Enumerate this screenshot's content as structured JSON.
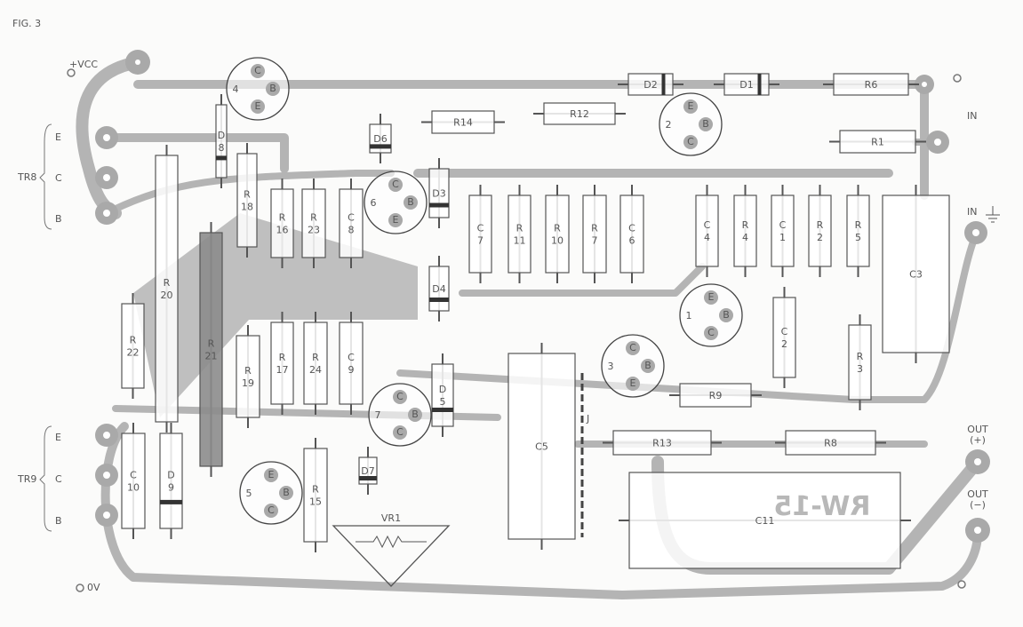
{
  "figure_label": "FIG. 3",
  "terminals": {
    "vcc": "+VCC",
    "ov": "0V",
    "tr8": {
      "name": "TR8",
      "pins": [
        "E",
        "C",
        "B"
      ]
    },
    "tr9": {
      "name": "TR9",
      "pins": [
        "E",
        "C",
        "B"
      ]
    },
    "in": "IN",
    "in_ground": "IN",
    "out_pos": [
      "OUT",
      "(+)"
    ],
    "out_neg": [
      "OUT",
      "(−)"
    ]
  },
  "board_marking": "RW-15",
  "jumper_label": "J",
  "components": [
    {
      "id": "D8",
      "label": [
        "D",
        "8"
      ]
    },
    {
      "id": "R20",
      "label": [
        "R",
        "20"
      ]
    },
    {
      "id": "R21",
      "label": [
        "R",
        "21"
      ]
    },
    {
      "id": "R18",
      "label": [
        "R",
        "18"
      ]
    },
    {
      "id": "R16",
      "label": [
        "R",
        "16"
      ]
    },
    {
      "id": "R23",
      "label": [
        "R",
        "23"
      ]
    },
    {
      "id": "C8",
      "label": [
        "C",
        "8"
      ]
    },
    {
      "id": "R22",
      "label": [
        "R",
        "22"
      ]
    },
    {
      "id": "R19",
      "label": [
        "R",
        "19"
      ]
    },
    {
      "id": "R17",
      "label": [
        "R",
        "17"
      ]
    },
    {
      "id": "R24",
      "label": [
        "R",
        "24"
      ]
    },
    {
      "id": "C9",
      "label": [
        "C",
        "9"
      ]
    },
    {
      "id": "C10",
      "label": [
        "C",
        "10"
      ]
    },
    {
      "id": "D9",
      "label": [
        "D",
        "9"
      ]
    },
    {
      "id": "R15",
      "label": [
        "R",
        "15"
      ]
    },
    {
      "id": "D7",
      "label": [
        "D7"
      ]
    },
    {
      "id": "D6",
      "label": [
        "D6"
      ]
    },
    {
      "id": "D3",
      "label": [
        "D3"
      ]
    },
    {
      "id": "D4",
      "label": [
        "D4"
      ]
    },
    {
      "id": "D5",
      "label": [
        "D",
        "5"
      ]
    },
    {
      "id": "C7",
      "label": [
        "C",
        "7"
      ]
    },
    {
      "id": "R11",
      "label": [
        "R",
        "11"
      ]
    },
    {
      "id": "R10",
      "label": [
        "R",
        "10"
      ]
    },
    {
      "id": "R7",
      "label": [
        "R",
        "7"
      ]
    },
    {
      "id": "C6",
      "label": [
        "C",
        "6"
      ]
    },
    {
      "id": "C4",
      "label": [
        "C",
        "4"
      ]
    },
    {
      "id": "R4",
      "label": [
        "R",
        "4"
      ]
    },
    {
      "id": "C1",
      "label": [
        "C",
        "1"
      ]
    },
    {
      "id": "R2",
      "label": [
        "R",
        "2"
      ]
    },
    {
      "id": "R5",
      "label": [
        "R",
        "5"
      ]
    },
    {
      "id": "C3",
      "label": [
        "C3"
      ]
    },
    {
      "id": "C2",
      "label": [
        "C",
        "2"
      ]
    },
    {
      "id": "R3",
      "label": [
        "R",
        "3"
      ]
    },
    {
      "id": "C5",
      "label": [
        "C5"
      ]
    },
    {
      "id": "D2",
      "label": [
        "D2"
      ]
    },
    {
      "id": "D1",
      "label": [
        "D1"
      ]
    },
    {
      "id": "R6",
      "label": [
        "R6"
      ]
    },
    {
      "id": "R14",
      "label": [
        "R14"
      ]
    },
    {
      "id": "R12",
      "label": [
        "R12"
      ]
    },
    {
      "id": "R1",
      "label": [
        "R1"
      ]
    },
    {
      "id": "R9",
      "label": [
        "R9"
      ]
    },
    {
      "id": "R13",
      "label": [
        "R13"
      ]
    },
    {
      "id": "R8",
      "label": [
        "R8"
      ]
    },
    {
      "id": "C11",
      "label": [
        "C11"
      ]
    }
  ],
  "transistors": [
    {
      "number": "4",
      "pins": [
        "C",
        "B",
        "E"
      ]
    },
    {
      "number": "6",
      "pins": [
        "C",
        "B",
        "E"
      ]
    },
    {
      "number": "2",
      "pins": [
        "E",
        "B",
        "C"
      ]
    },
    {
      "number": "1",
      "pins": [
        "E",
        "B",
        "C"
      ]
    },
    {
      "number": "3",
      "pins": [
        "C",
        "B",
        "E"
      ]
    },
    {
      "number": "7",
      "pins": [
        "C",
        "B",
        "C"
      ]
    },
    {
      "number": "5",
      "pins": [
        "E",
        "B",
        "C"
      ]
    }
  ],
  "trimmer": {
    "label": "VR1"
  }
}
